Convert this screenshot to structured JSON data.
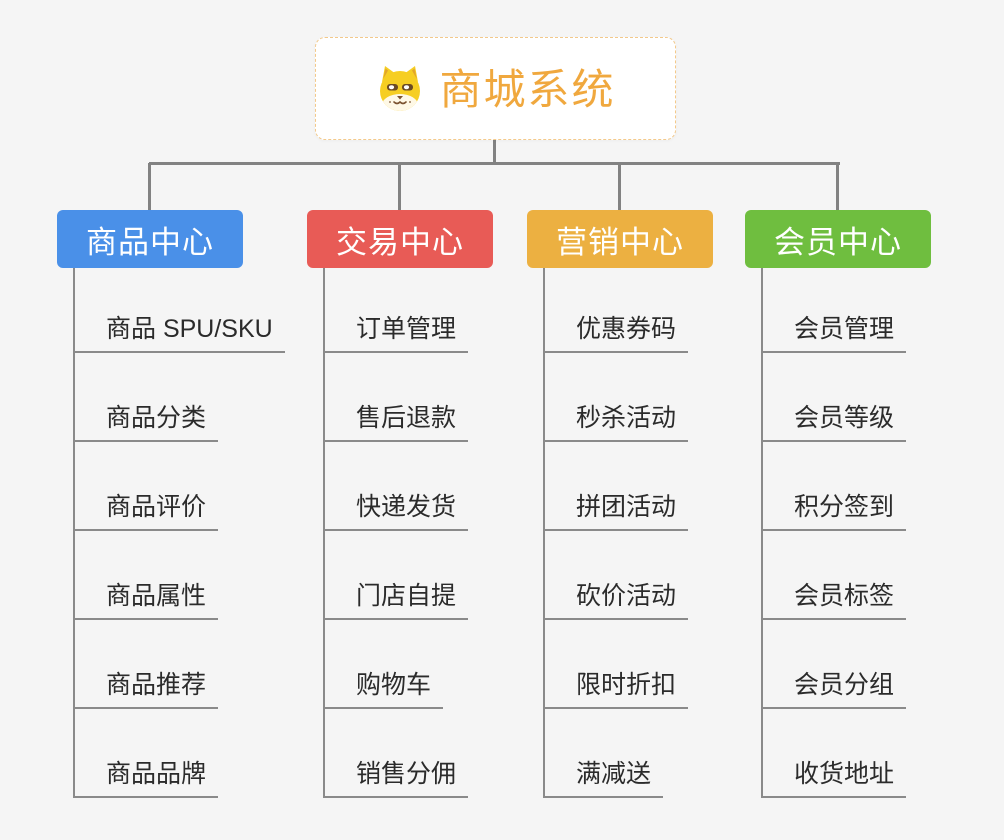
{
  "root": {
    "label": "商城系统",
    "icon": "dog-icon",
    "text_color": "#F0A83E",
    "border_color": "#F3C98B"
  },
  "connector_color": "#828282",
  "branches": [
    {
      "label": "商品中心",
      "color": "#4A90E8",
      "items": [
        "商品 SPU/SKU",
        "商品分类",
        "商品评价",
        "商品属性",
        "商品推荐",
        "商品品牌"
      ]
    },
    {
      "label": "交易中心",
      "color": "#E85B56",
      "items": [
        "订单管理",
        "售后退款",
        "快递发货",
        "门店自提",
        "购物车",
        "销售分佣"
      ]
    },
    {
      "label": "营销中心",
      "color": "#ECB041",
      "items": [
        "优惠券码",
        "秒杀活动",
        "拼团活动",
        "砍价活动",
        "限时折扣",
        "满减送"
      ]
    },
    {
      "label": "会员中心",
      "color": "#6FBE3F",
      "items": [
        "会员管理",
        "会员等级",
        "积分签到",
        "会员标签",
        "会员分组",
        "收货地址"
      ]
    }
  ]
}
